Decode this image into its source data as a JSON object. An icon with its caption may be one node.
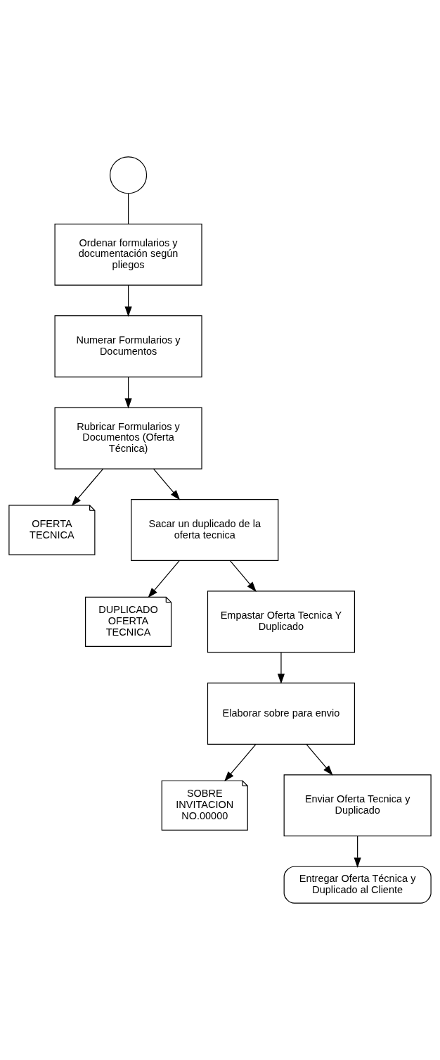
{
  "diagram": {
    "nodes": [
      {
        "text": [],
        "shape": "circle"
      },
      {
        "text": [
          "Ordenar formularios y documentación según pliegos"
        ]
      },
      {
        "text": [
          "Numerar Formularios y Documentos"
        ]
      },
      {
        "text": [
          "Rubricar Formularios y Documentos (Oferta Técnica)"
        ]
      },
      {
        "text": [
          "OFERTA TECNICA"
        ]
      },
      {
        "text": [
          "Sacar un duplicado de la oferta tecnica"
        ]
      },
      {
        "text": [
          "DUPLICADO OFERTA TECNICA"
        ]
      },
      {
        "text": [
          "Empastar Oferta Tecnica Y Duplicado"
        ]
      },
      {
        "text": [
          "Elaborar sobre para envio"
        ]
      },
      {
        "text": [
          "SOBRE INVITACION NO.00000"
        ]
      },
      {
        "text": [
          "Enviar Oferta Tecnica y Duplicado"
        ]
      },
      {
        "text": [
          "Entregar Oferta Técnica y Duplicado al Cliente"
        ]
      }
    ],
    "edges": [
      {
        "from": 0,
        "to": 1,
        "arrow": "none"
      },
      {
        "from": 1,
        "to": 2,
        "arrow": "to"
      },
      {
        "from": 2,
        "to": 3,
        "arrow": "to"
      },
      {
        "from": 3,
        "to": 5,
        "arrow": "to"
      },
      {
        "from": 3,
        "to": 4,
        "arrow": "to"
      },
      {
        "from": 5,
        "to": 7,
        "arrow": "to"
      },
      {
        "from": 5,
        "to": 6,
        "arrow": "to"
      },
      {
        "from": 7,
        "to": 8,
        "arrow": "to"
      },
      {
        "from": 8,
        "to": 10,
        "arrow": "to"
      },
      {
        "from": 8,
        "to": 9,
        "arrow": "to"
      },
      {
        "from": 10,
        "to": 11,
        "arrow": "to"
      }
    ]
  }
}
